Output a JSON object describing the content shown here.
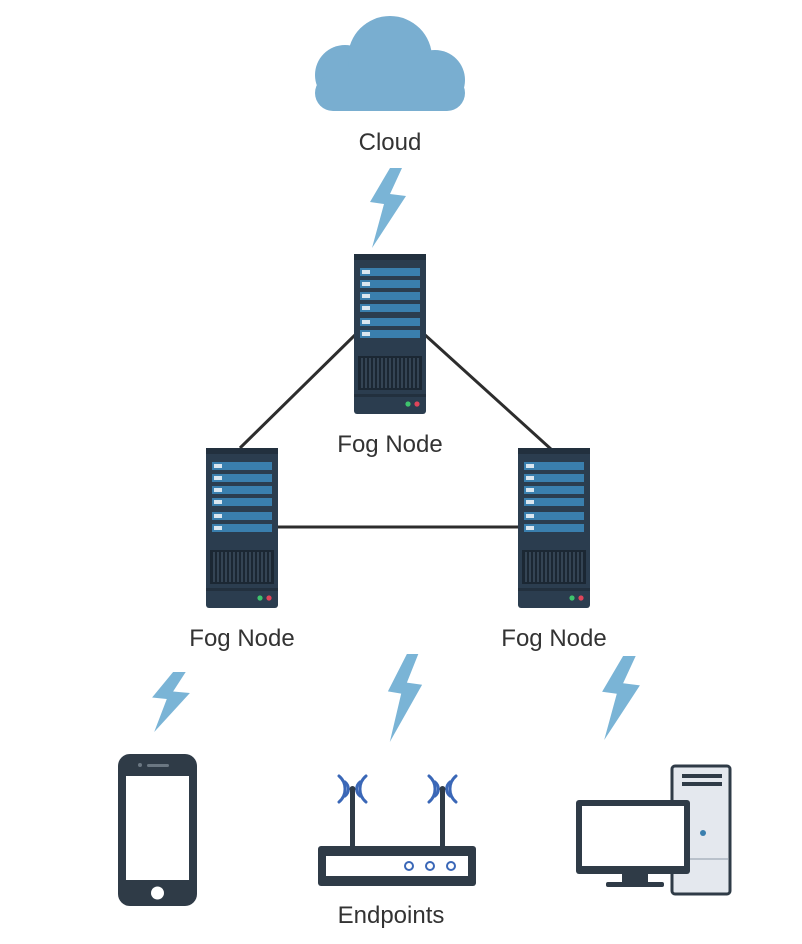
{
  "labels": {
    "cloud": "Cloud",
    "fog_top": "Fog Node",
    "fog_left": "Fog Node",
    "fog_right": "Fog Node",
    "endpoints": "Endpoints"
  },
  "colors": {
    "cloud": "#79aed0",
    "bolt": "#7ab4d6",
    "server_body": "#2b3d4f",
    "server_bar": "#3a7fae",
    "link": "#2d2d2d",
    "device": "#2f3b47",
    "wifi_wave": "#3a67b7",
    "pc_case": "#e4e8ee"
  },
  "icons": {
    "cloud": "cloud-icon",
    "server": "server-icon",
    "bolt": "lightning-bolt-icon",
    "phone": "smartphone-icon",
    "router": "wifi-router-icon",
    "desktop": "desktop-computer-icon"
  }
}
